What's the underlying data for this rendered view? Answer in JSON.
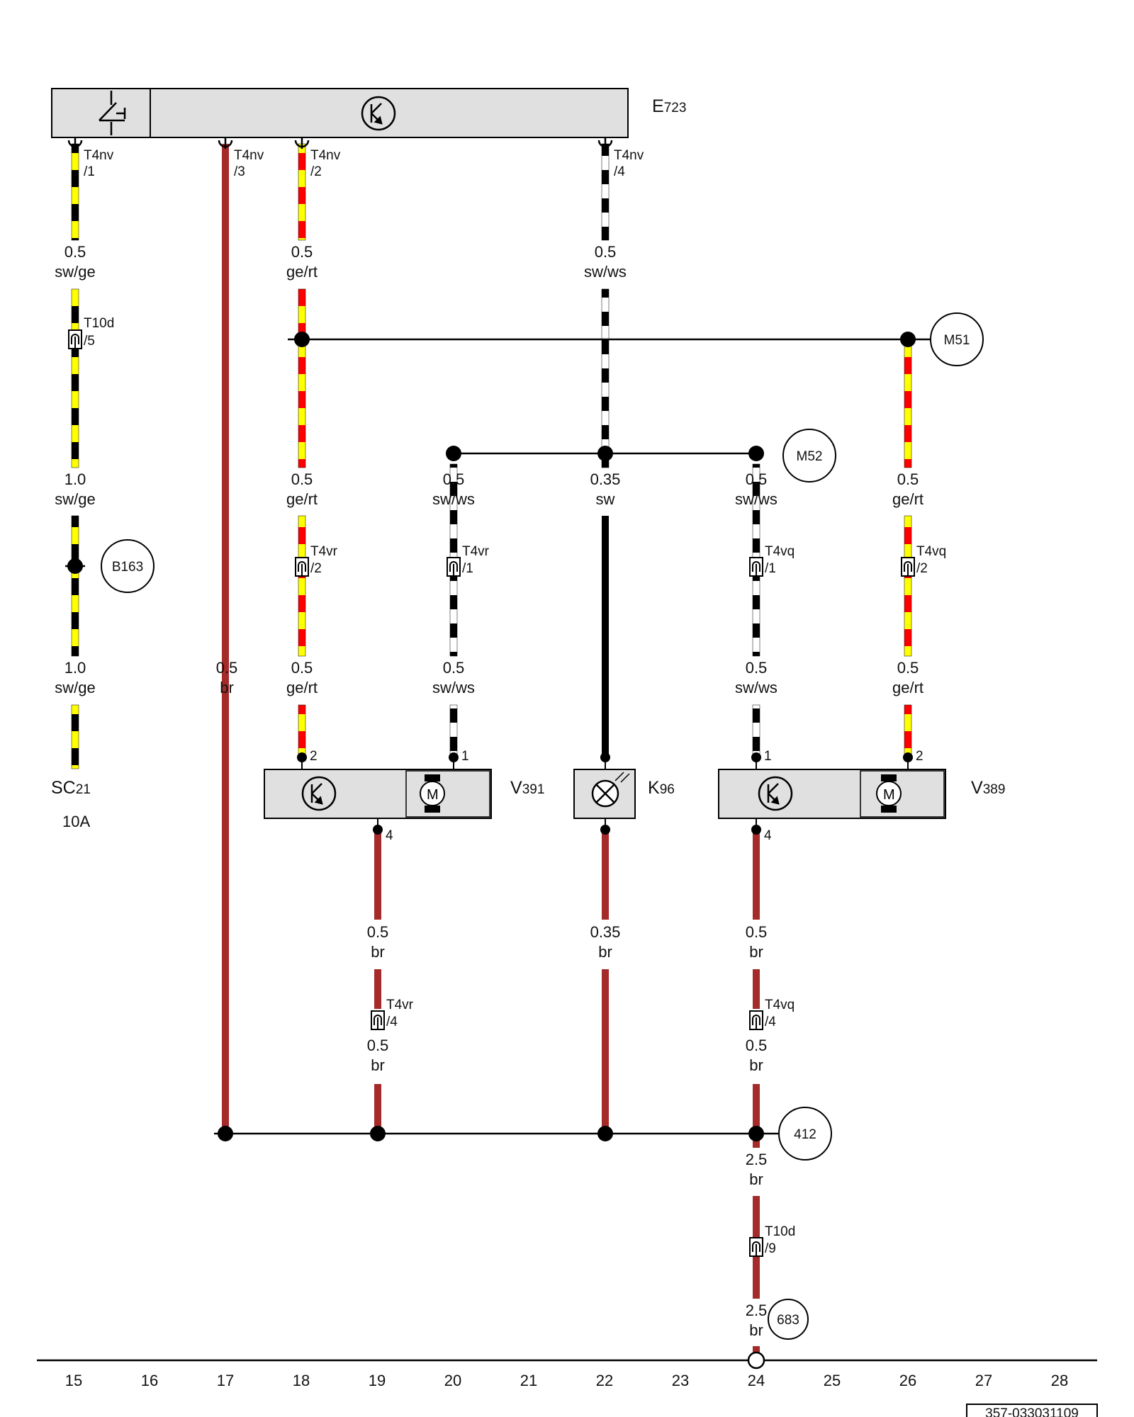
{
  "components": {
    "E723": {
      "letter": "E",
      "num": "723"
    },
    "V391": {
      "letter": "V",
      "num": "391"
    },
    "K96": {
      "letter": "K",
      "num": "96"
    },
    "V389": {
      "letter": "V",
      "num": "389"
    },
    "SC21": {
      "letter": "SC",
      "num": "21"
    }
  },
  "fuse_rating": "10A",
  "connectors": {
    "t4nv_1": {
      "name": "T4nv",
      "pin": "/1"
    },
    "t4nv_3": {
      "name": "T4nv",
      "pin": "/3"
    },
    "t4nv_2": {
      "name": "T4nv",
      "pin": "/2"
    },
    "t4nv_4": {
      "name": "T4nv",
      "pin": "/4"
    },
    "t10d_5": {
      "name": "T10d",
      "pin": "/5"
    },
    "t4vr_2": {
      "name": "T4vr",
      "pin": "/2"
    },
    "t4vr_1": {
      "name": "T4vr",
      "pin": "/1"
    },
    "t4vq_1": {
      "name": "T4vq",
      "pin": "/1"
    },
    "t4vq_2": {
      "name": "T4vq",
      "pin": "/2"
    },
    "t4vr_4": {
      "name": "T4vr",
      "pin": "/4"
    },
    "t4vq_4": {
      "name": "T4vq",
      "pin": "/4"
    },
    "t10d_9": {
      "name": "T10d",
      "pin": "/9"
    }
  },
  "pins": {
    "v391_2": "2",
    "v391_1": "1",
    "v391_4": "4",
    "v389_1": "1",
    "v389_2": "2",
    "v389_4": "4"
  },
  "wires": {
    "w1": {
      "size": "0.5",
      "color": "sw/ge"
    },
    "w2": {
      "size": "0.5",
      "color": "ge/rt"
    },
    "w3": {
      "size": "0.5",
      "color": "sw/ws"
    },
    "w4": {
      "size": "1.0",
      "color": "sw/ge"
    },
    "w5": {
      "size": "0.5",
      "color": "ge/rt"
    },
    "w6": {
      "size": "0.5",
      "color": "sw/ws"
    },
    "w7": {
      "size": "0.35",
      "color": "sw"
    },
    "w8": {
      "size": "0.5",
      "color": "sw/ws"
    },
    "w9": {
      "size": "0.5",
      "color": "ge/rt"
    },
    "w10": {
      "size": "1.0",
      "color": "sw/ge"
    },
    "w11": {
      "size": "0.5",
      "color": "br"
    },
    "w12": {
      "size": "0.5",
      "color": "ge/rt"
    },
    "w13": {
      "size": "0.5",
      "color": "sw/ws"
    },
    "w14": {
      "size": "0.5",
      "color": "sw/ws"
    },
    "w15": {
      "size": "0.5",
      "color": "ge/rt"
    },
    "w16": {
      "size": "0.5",
      "color": "br"
    },
    "w17": {
      "size": "0.35",
      "color": "br"
    },
    "w18": {
      "size": "0.5",
      "color": "br"
    },
    "w19": {
      "size": "0.5",
      "color": "br"
    },
    "w20": {
      "size": "0.5",
      "color": "br"
    },
    "w21": {
      "size": "2.5",
      "color": "br"
    },
    "w22": {
      "size": "2.5",
      "color": "br"
    }
  },
  "references": {
    "m51": "M51",
    "m52": "M52",
    "b163": "B163",
    "g412": "412",
    "g683": "683"
  },
  "grid_numbers": [
    "15",
    "16",
    "17",
    "18",
    "19",
    "20",
    "21",
    "22",
    "23",
    "24",
    "25",
    "26",
    "27",
    "28"
  ],
  "drawing_id": "357-033031109",
  "colors": {
    "brown": "#a52a2a",
    "yellow": "#ffff00",
    "red": "#ff0000",
    "black": "#000000",
    "white": "#ffffff",
    "component_fill": "#e0e0e0"
  }
}
